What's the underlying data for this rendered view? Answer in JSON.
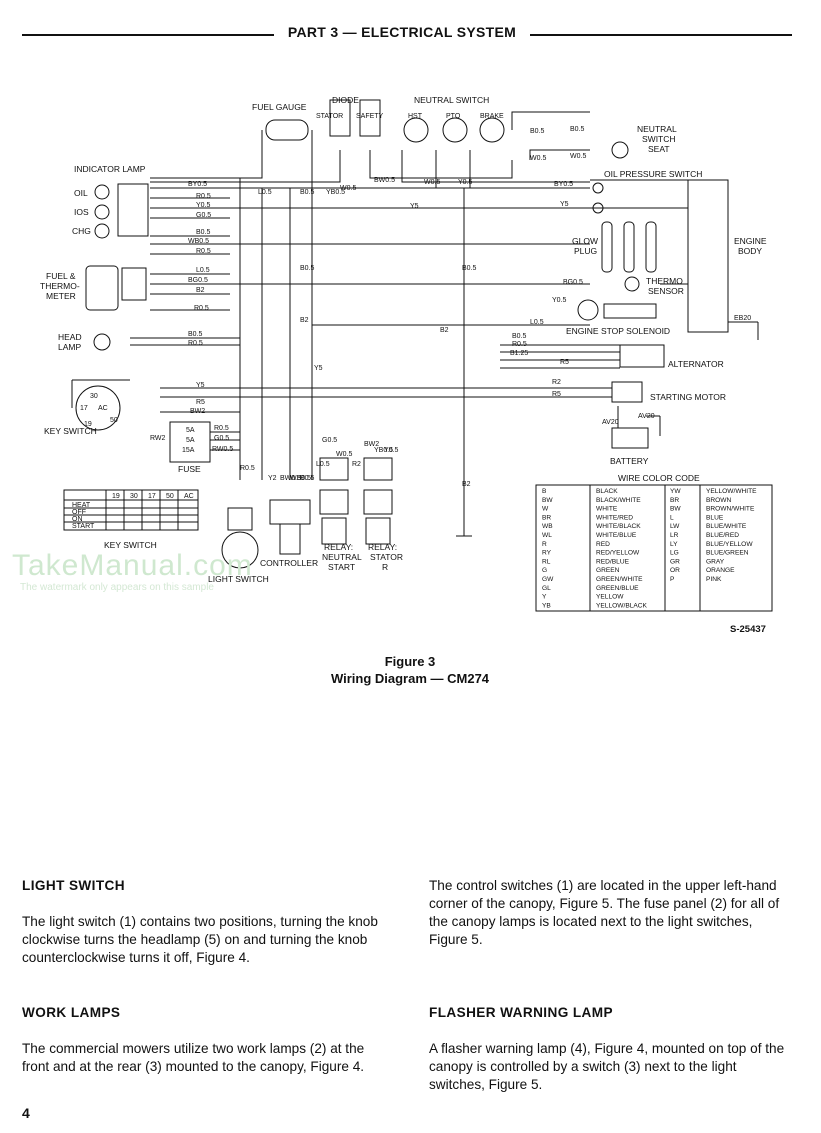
{
  "header": {
    "title": "PART 3 — ELECTRICAL SYSTEM"
  },
  "diagram": {
    "labels": {
      "fuel_gauge": "FUEL GAUGE",
      "diode": "DIODE",
      "stator": "STATOR",
      "safety": "SAFETY",
      "neutral_switch": "NEUTRAL SWITCH",
      "hst": "HST",
      "pto": "PTO",
      "brake": "BRAKE",
      "neutral_switch_seat_1": "NEUTRAL",
      "neutral_switch_seat_2": "SWITCH",
      "neutral_switch_seat_3": "SEAT",
      "oil_pressure_switch": "OIL PRESSURE SWITCH",
      "indicator_lamp": "INDICATOR LAMP",
      "oil": "OIL",
      "ios": "IOS",
      "chg": "CHG",
      "glow_plug_1": "GLOW",
      "glow_plug_2": "PLUG",
      "engine_body_1": "ENGINE",
      "engine_body_2": "BODY",
      "fuel_thermo_1": "FUEL &",
      "fuel_thermo_2": "THERMO-",
      "fuel_thermo_3": "METER",
      "thermo_sensor_1": "THERMO",
      "thermo_sensor_2": "SENSOR",
      "engine_stop_solenoid": "ENGINE STOP SOLENOID",
      "head_lamp_1": "HEAD",
      "head_lamp_2": "LAMP",
      "alternator": "ALTERNATOR",
      "starting_motor": "STARTING MOTOR",
      "key_switch": "KEY SWITCH",
      "fuse": "FUSE",
      "battery": "BATTERY",
      "wire_color_code": "WIRE COLOR CODE",
      "key_switch_table": "KEY SWITCH",
      "light_switch": "LIGHT SWITCH",
      "controller": "CONTROLLER",
      "relay_neutral_1": "RELAY:",
      "relay_neutral_2": "NEUTRAL",
      "relay_neutral_3": "START",
      "relay_stator_1": "RELAY:",
      "relay_stator_2": "STATOR",
      "relay_stator_3": "R",
      "ref_code": "S-25437"
    },
    "wire_tags": {
      "bo5_a": "B0.5",
      "bo5_b": "B0.5",
      "wo5_a": "W0.5",
      "wo5_b": "W0.5",
      "by05": "BY0.5",
      "r05_1": "R0.5",
      "y05": "Y0.5",
      "g05": "G0.5",
      "b05_2": "B0.5",
      "wb05": "WB0.5",
      "r05_2": "R0.5",
      "l05": "L0.5",
      "bg05": "BG0.5",
      "b2_1": "B2",
      "r05_3": "R0.5",
      "b05_head": "B0.5",
      "r05_head": "R0.5",
      "y5_top": "Y5",
      "by05_oil": "BY0.5",
      "y5_glow": "Y5",
      "bg05_thermo": "BG0.5",
      "y05_sol": "Y0.5",
      "l05_sol": "L0.5",
      "eb20": "EB20",
      "b2_mid": "B2",
      "b05_alt": "B0.5",
      "r05_alt": "R0.5",
      "b125": "B1.25",
      "r5_alt": "R5",
      "y5_key": "Y5",
      "r5_key": "R5",
      "bw2": "BW2",
      "r2_start": "R2",
      "r5_start": "R5",
      "av20": "AV20",
      "av20b": "AV20",
      "rw2": "RW2",
      "r05_f": "R0.5",
      "g05_f": "G0.5",
      "rw05_f": "RW0.5",
      "lo5_v": "L0.5",
      "bo5_v": "B0.5",
      "ybo5_v": "YB0.5",
      "bw05_v": "BW0.5",
      "bo5_v2": "B0.5",
      "b2_v": "B2",
      "y5_v": "Y5",
      "bo5_v3": "B0.5",
      "b2_v2": "B2",
      "r05_v": "R0.5",
      "y2_v": "Y2",
      "bw05_v2": "BW0.5",
      "wb05_v": "WB0.5",
      "bo5_v4": "B0.5",
      "lo5_v2": "L0.5",
      "go5_r": "G0.5",
      "wo5_r": "W0.5",
      "r2_r": "R2",
      "bw2_r": "BW2",
      "yb05_r": "YB0.5",
      "y05_r": "Y0.5",
      "hst_w": "W0.5",
      "pto_y": "Y0.5",
      "stator_y": "YB0.5",
      "safety_w": "W0.5",
      "bw05_top": "BW0.5",
      "ios_30": "30",
      "ios_17": "17",
      "ios_ac": "AC",
      "ios_19": "19",
      "ios_50": "50",
      "f5a1": "5A",
      "f5a2": "5A",
      "f15a": "15A"
    },
    "key_switch_table": {
      "columns": [
        "19",
        "30",
        "17",
        "50",
        "AC"
      ],
      "rows": [
        "HEAT",
        "OFF",
        "ON",
        "START"
      ]
    },
    "wire_codes": [
      [
        "B",
        "BLACK",
        "YW",
        "YELLOW/WHITE"
      ],
      [
        "BW",
        "BLACK/WHITE",
        "BR",
        "BROWN"
      ],
      [
        "W",
        "WHITE",
        "BW",
        "BROWN/WHITE"
      ],
      [
        "BR",
        "WHITE/RED",
        "L",
        "BLUE"
      ],
      [
        "WB",
        "WHITE/BLACK",
        "LW",
        "BLUE/WHITE"
      ],
      [
        "WL",
        "WHITE/BLUE",
        "LR",
        "BLUE/RED"
      ],
      [
        "R",
        "RED",
        "LY",
        "BLUE/YELLOW"
      ],
      [
        "RY",
        "RED/YELLOW",
        "LG",
        "BLUE/GREEN"
      ],
      [
        "RL",
        "RED/BLUE",
        "GR",
        "GRAY"
      ],
      [
        "G",
        "GREEN",
        "OR",
        "ORANGE"
      ],
      [
        "GW",
        "GREEN/WHITE",
        "P",
        "PINK"
      ],
      [
        "GL",
        "GREEN/BLUE",
        "",
        ""
      ],
      [
        "Y",
        "YELLOW",
        "",
        ""
      ],
      [
        "YB",
        "YELLOW/BLACK",
        "",
        ""
      ]
    ]
  },
  "watermark": {
    "main": "TakeManual.com",
    "sub": "The watermark only appears on this sample"
  },
  "caption": {
    "figure": "Figure 3",
    "title": "Wiring Diagram — CM274"
  },
  "sections": {
    "light_switch": {
      "heading": "LIGHT SWITCH",
      "body": "The light switch (1) contains two positions, turning the knob clockwise turns the headlamp (5) on and turning the knob counterclockwise turns it off, Figure 4."
    },
    "control_switches": {
      "body": "The control switches (1) are located in the upper left-hand corner of the canopy, Figure 5. The fuse panel (2) for all of the canopy lamps is located next to the light switches, Figure 5."
    },
    "work_lamps": {
      "heading": "WORK LAMPS",
      "body": "The commercial mowers utilize two work lamps (2) at the front and at the rear (3) mounted to the canopy, Figure 4."
    },
    "flasher": {
      "heading": "FLASHER WARNING LAMP",
      "body": "A flasher warning lamp (4), Figure 4, mounted on top of the canopy is controlled by a switch (3) next to the light switches, Figure 5."
    }
  },
  "page_number": "4"
}
